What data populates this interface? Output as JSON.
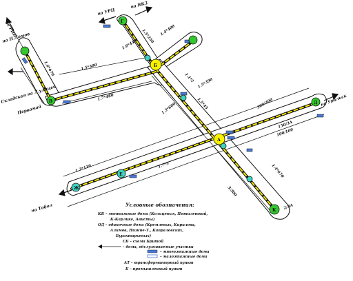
{
  "directions": {
    "top": "на УРЦ",
    "top2": "на ВКЗ",
    "top_left": "на РПБ",
    "left_upper": "на Н.Ломов",
    "left_middle": "Складская на Л.улицей",
    "left_lower": "Первомай",
    "bottom_left": "на Тобол",
    "right": "на Уральск"
  },
  "street_labels": [
    "1.5*300",
    "1.6*670",
    "1.7*480",
    "1.6*440",
    "1.5*250",
    "1.4*400",
    "1.1*2",
    "1.5*390",
    "1.3*600",
    "1.5*45",
    "300/300",
    "150/ЗА",
    "100/100",
    "1.7*5",
    "1.2*110",
    "1.4*670",
    "3/300",
    "2/ЗА"
  ],
  "nodes": [
    "А",
    "Б",
    "В",
    "К",
    "Е",
    "Ж",
    "Г",
    "Д"
  ],
  "legend": {
    "title": "Условные обозначения:",
    "items": [
      "КБ – монтажные дома (Кольцевых, Пятилетний,",
      "К-Карлика, Ависты)",
      "ОД – одиночные дома (Кремлевых, Кирилова,",
      "Алимов, Нижне-Т., Капраловских,",
      "Бурахтарьевых)",
      "СБ – схема Бритой",
      "– дома, обслуживаемые участки",
      "– многоэтажные дома",
      "– малоэтажные дома",
      "АТ – трансформаторный пункт",
      "Б – промышленный пункт"
    ]
  },
  "colors": {
    "road_outline": "#111111",
    "road_fill": "#ffffff",
    "center_line": "#f2e600",
    "node_green": "#35c72f",
    "node_cyan": "#3fd0c0",
    "node_yellow": "#f7f200",
    "building_blue": "#4a78d8"
  }
}
